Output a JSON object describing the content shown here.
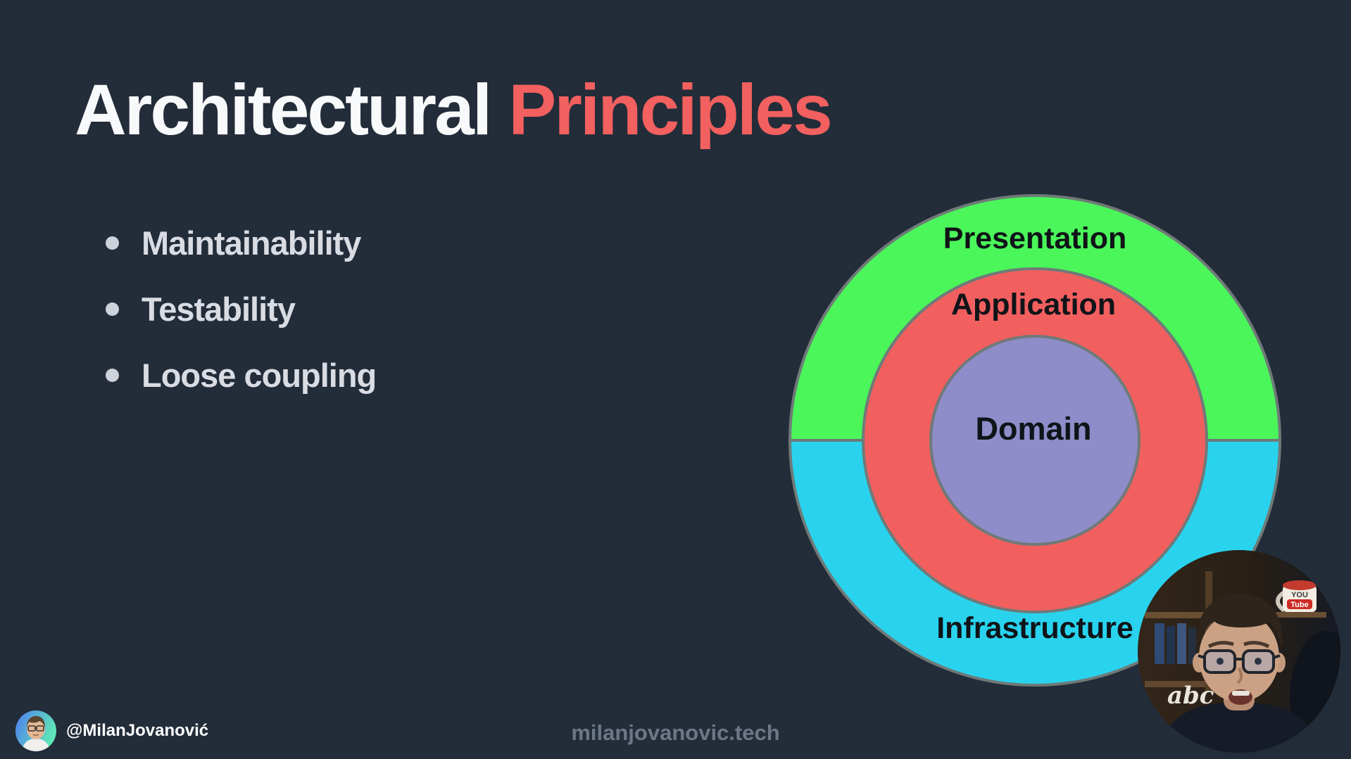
{
  "slide": {
    "title": {
      "word_white": "Architectural",
      "word_red": "Principles"
    },
    "bullets": [
      "Maintainability",
      "Testability",
      "Loose coupling"
    ]
  },
  "diagram": {
    "type": "onion-architecture",
    "layers": [
      {
        "label": "Presentation",
        "color": "#4af65a",
        "position": "outer-ring-top"
      },
      {
        "label": "Application",
        "color": "#f25f5f",
        "position": "middle-ring"
      },
      {
        "label": "Domain",
        "color": "#8e8cc9",
        "position": "inner-circle"
      },
      {
        "label": "Infrastructure",
        "color": "#29d3ee",
        "position": "outer-ring-bottom"
      }
    ],
    "ring_border_color": "#6f7a78",
    "label_color": "#101418"
  },
  "footer": {
    "handle": "@MilanJovanović",
    "site": "milanjovanovic.tech"
  },
  "webcam": {
    "description": "presenter-camera",
    "mug_text_top": "YOU",
    "mug_text_bottom": "Tube",
    "shelf_decor_text": "abc"
  },
  "colors": {
    "background": "#232c39",
    "title_white": "#f8f9fa",
    "title_red": "#f2605f",
    "bullet_text": "#d9dce3",
    "footer_site_text": "#6d7886",
    "handle_text": "#ffffff"
  }
}
